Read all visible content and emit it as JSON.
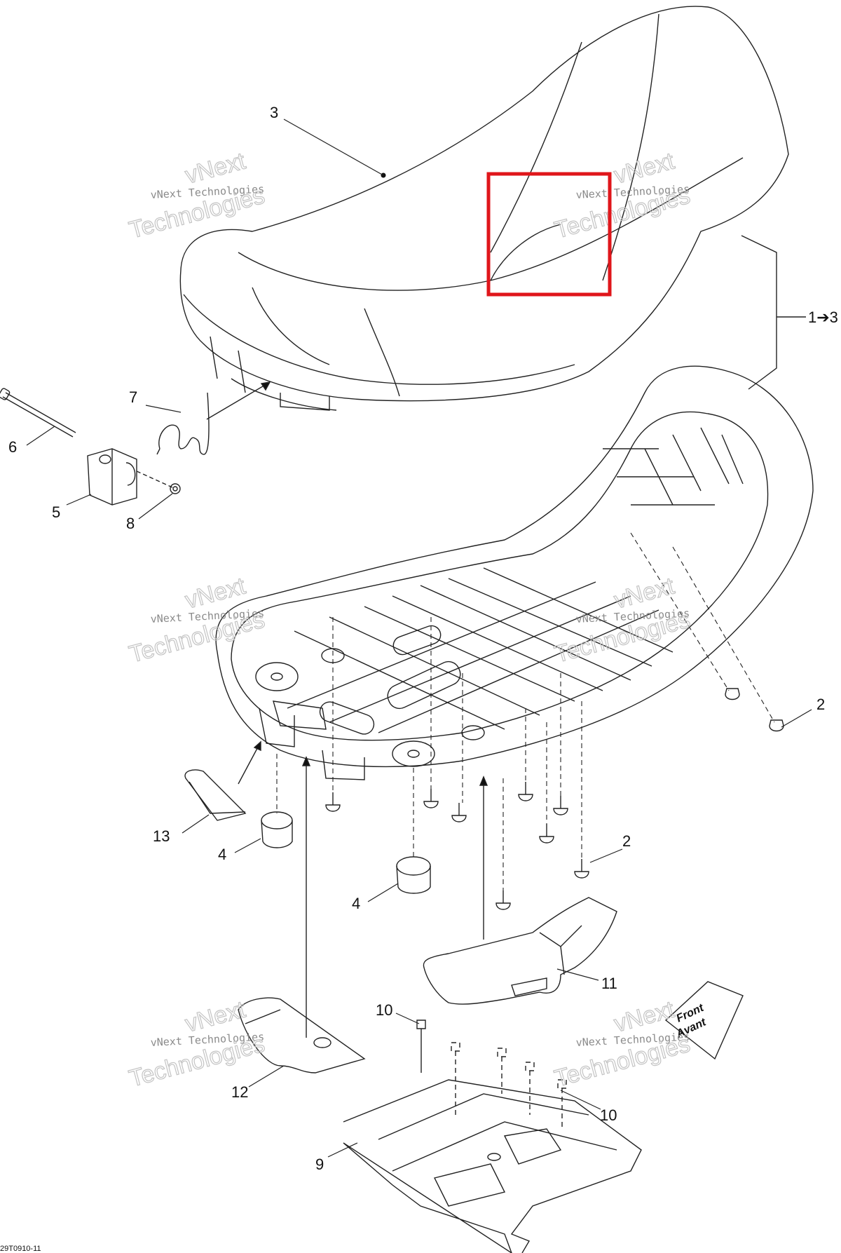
{
  "callouts": {
    "c3": "3",
    "c1to3": "1➔3",
    "c7": "7",
    "c6": "6",
    "c5": "5",
    "c8": "8",
    "c2a": "2",
    "c2b": "2",
    "c13": "13",
    "c4a": "4",
    "c4b": "4",
    "c11": "11",
    "c10a": "10",
    "c10b": "10",
    "c12": "12",
    "c9": "9"
  },
  "watermark": {
    "line_small": "vNext Technologies",
    "line_top": "vNext",
    "line_big": "Technologies"
  },
  "front_badge": {
    "line1": "Front",
    "line2": "Avant"
  },
  "drawing_ref": "29T0910-11",
  "highlight": {
    "color": "#e0161b"
  }
}
